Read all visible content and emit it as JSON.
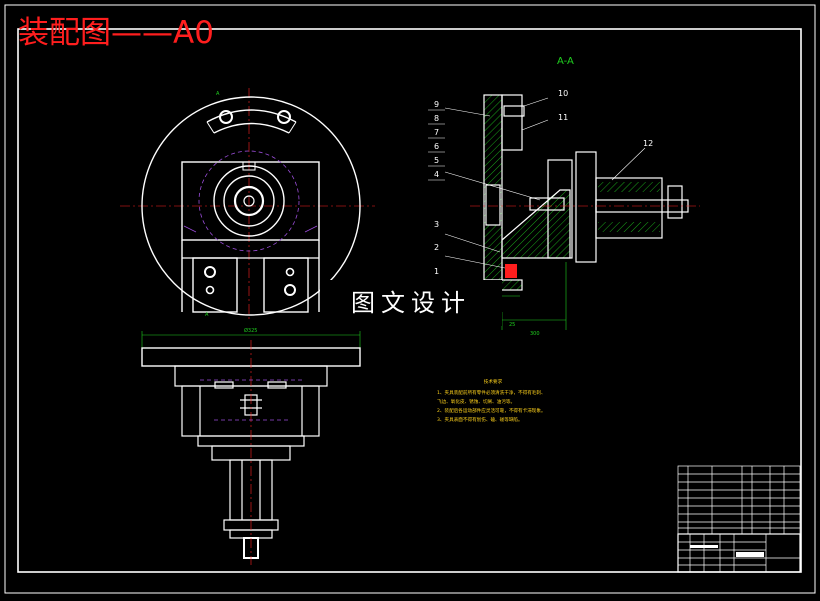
{
  "drawing": {
    "title": "装配图——A0",
    "watermark": "图文设计",
    "section_label": "A-A",
    "part_numbers": [
      "1",
      "2",
      "3",
      "4",
      "5",
      "6",
      "7",
      "8",
      "9",
      "10",
      "11",
      "12"
    ],
    "dimensions": {
      "plate_width": "Ø325",
      "dim_a": "25",
      "dim_b": "300"
    },
    "notes": {
      "heading": "技术要求",
      "lines": [
        "1、夹具装配前所有零件必须清洗干净，不得有毛刺、飞边、氧化皮、锈蚀、切屑、油污等。",
        "2、装配后各运动部件应灵活可靠，不得有卡滞现象。",
        "3、夹具表面不得有划伤、磕、碰等缺陷。"
      ]
    }
  },
  "colors": {
    "background": "#000000",
    "line": "#ffffff",
    "accent_red": "#ff1e1e",
    "center_line": "#ff2020",
    "dimension": "#1fcf1f",
    "notes": "#ffd21c",
    "hidden": "#9a4dd9"
  }
}
